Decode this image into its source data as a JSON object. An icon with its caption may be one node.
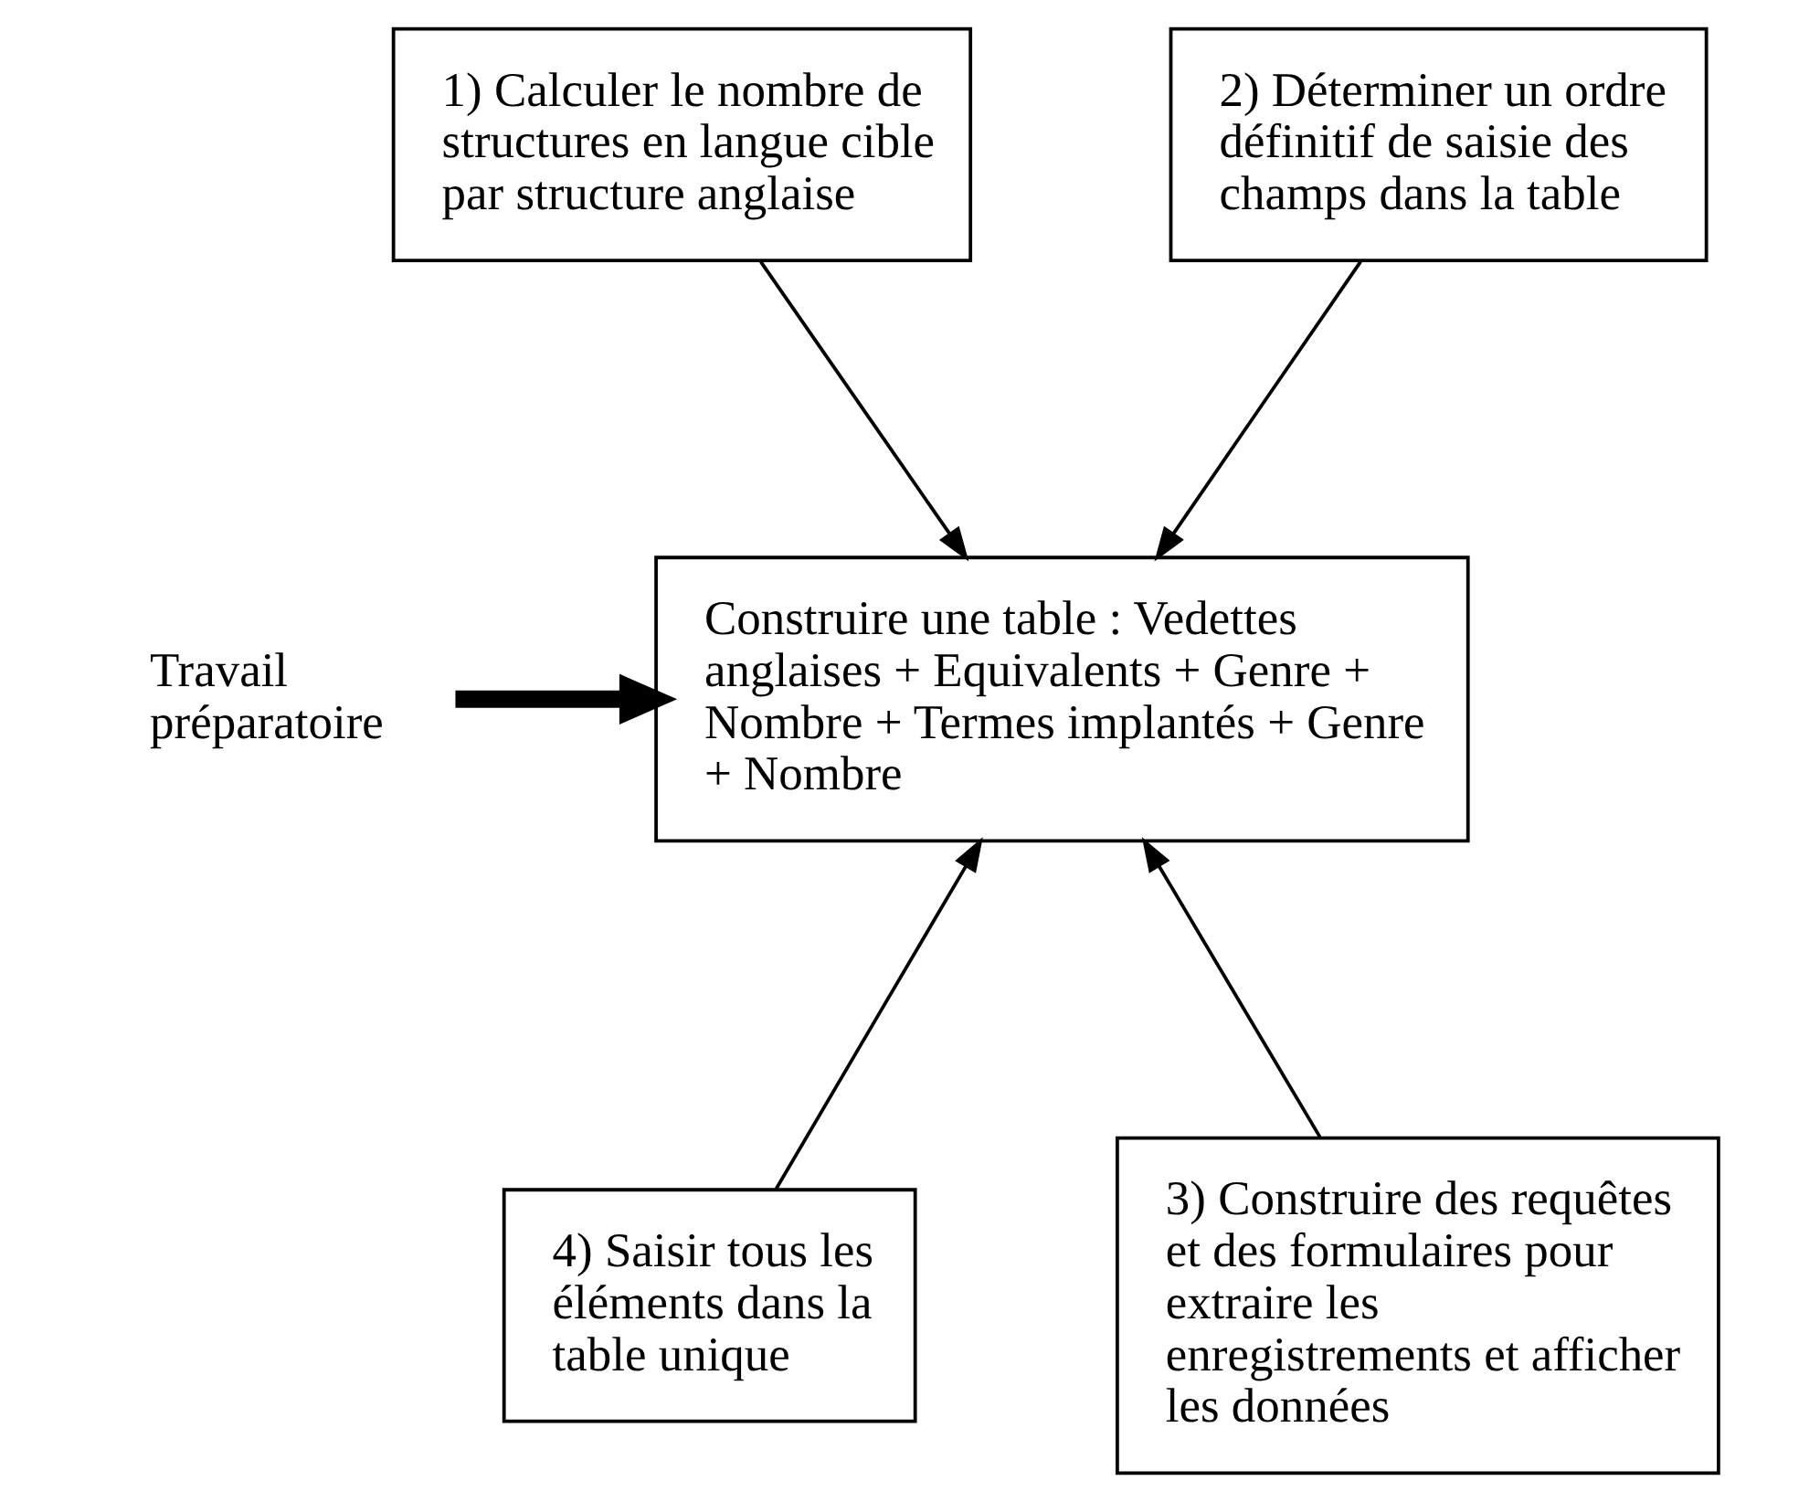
{
  "diagram": {
    "nodes": [
      {
        "text": [
          "1) Calculer le nombre de structures en langue cible par structure anglaise"
        ]
      },
      {
        "text": [
          "2) Déterminer un ordre définitif de saisie des champs dans la table"
        ]
      },
      {
        "text": [
          "Travail préparatoire"
        ]
      },
      {
        "text": [
          "Construire une table : Vedettes anglaises + Equivalents + Genre + Nombre + Termes implantés + Genre + Nombre"
        ]
      },
      {
        "text": [
          "4) Saisir tous les éléments dans la table unique"
        ]
      },
      {
        "text": [
          "3) Construire des requêtes et des formulaires pour extraire les enregistrements et afficher les données"
        ]
      }
    ],
    "edges": [
      {
        "from": 0,
        "to": 3,
        "arrow": "to"
      },
      {
        "from": 1,
        "to": 3,
        "arrow": "to"
      },
      {
        "from": 2,
        "to": 3,
        "arrow": "to",
        "style": "thick"
      },
      {
        "from": 4,
        "to": 3,
        "arrow": "to"
      },
      {
        "from": 5,
        "to": 3,
        "arrow": "to"
      }
    ]
  }
}
